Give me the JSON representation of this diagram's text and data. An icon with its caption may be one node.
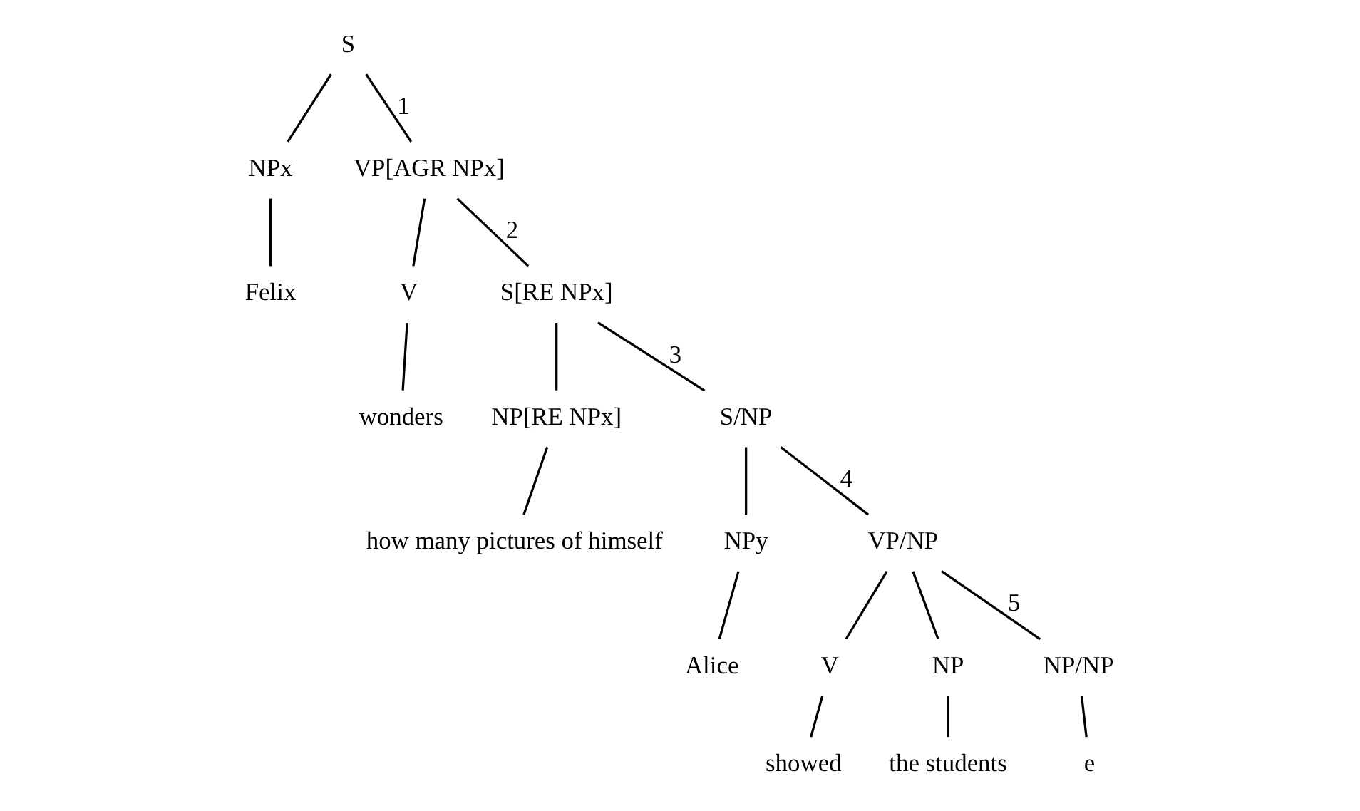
{
  "diagram": {
    "nodes": [
      {
        "text": [
          "S"
        ]
      },
      {
        "text": [
          "NPx"
        ]
      },
      {
        "text": [
          "VP[AGR NPx]"
        ]
      },
      {
        "text": [
          "Felix"
        ]
      },
      {
        "text": [
          "V"
        ]
      },
      {
        "text": [
          "S[RE NPx]"
        ]
      },
      {
        "text": [
          "wonders"
        ]
      },
      {
        "text": [
          "NP[RE NPx]"
        ]
      },
      {
        "text": [
          "S/NP"
        ]
      },
      {
        "text": [
          "how many pictures of himself"
        ]
      },
      {
        "text": [
          "NPy"
        ]
      },
      {
        "text": [
          "VP/NP"
        ]
      },
      {
        "text": [
          "Alice"
        ]
      },
      {
        "text": [
          "V"
        ]
      },
      {
        "text": [
          "NP"
        ]
      },
      {
        "text": [
          "NP/NP"
        ]
      },
      {
        "text": [
          "showed"
        ]
      },
      {
        "text": [
          "the students"
        ]
      },
      {
        "text": [
          "e"
        ]
      }
    ],
    "edges": [
      {
        "from": 0,
        "to": 1,
        "arrow": "none"
      },
      {
        "from": 0,
        "to": 2,
        "arrow": "none",
        "label": "1"
      },
      {
        "from": 1,
        "to": 3,
        "arrow": "none"
      },
      {
        "from": 2,
        "to": 4,
        "arrow": "none"
      },
      {
        "from": 2,
        "to": 5,
        "arrow": "none",
        "label": "2"
      },
      {
        "from": 4,
        "to": 6,
        "arrow": "none"
      },
      {
        "from": 5,
        "to": 7,
        "arrow": "none"
      },
      {
        "from": 5,
        "to": 8,
        "arrow": "none",
        "label": "3"
      },
      {
        "from": 7,
        "to": 9,
        "arrow": "none"
      },
      {
        "from": 8,
        "to": 10,
        "arrow": "none"
      },
      {
        "from": 8,
        "to": 11,
        "arrow": "none",
        "label": "4"
      },
      {
        "from": 10,
        "to": 12,
        "arrow": "none"
      },
      {
        "from": 11,
        "to": 13,
        "arrow": "none"
      },
      {
        "from": 11,
        "to": 14,
        "arrow": "none"
      },
      {
        "from": 11,
        "to": 15,
        "arrow": "none",
        "label": "5"
      },
      {
        "from": 13,
        "to": 16,
        "arrow": "none"
      },
      {
        "from": 14,
        "to": 17,
        "arrow": "none"
      },
      {
        "from": 15,
        "to": 18,
        "arrow": "none"
      }
    ]
  }
}
